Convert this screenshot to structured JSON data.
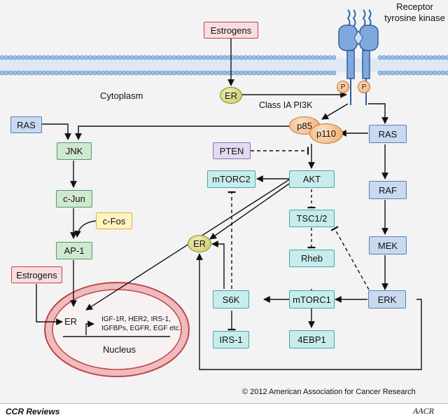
{
  "labels": {
    "receptor_line1": "Receptor",
    "receptor_line2": "tyrosine kinase",
    "cytoplasm": "Cytoplasm",
    "class_pi3k": "Class IA PI3K",
    "nucleus": "Nucleus",
    "targets_line1": "IGF-1R, HER2, IRS-1,",
    "targets_line2": "IGFBPs, EGFR, EGF etc.",
    "copyright": "© 2012 American Association for Cancer Research",
    "journal": "CCR Reviews",
    "logo": "AACR"
  },
  "nodes": {
    "estrogens_top": "Estrogens",
    "er_cyto": "ER",
    "p_left": "P",
    "p_right": "P",
    "ras_left": "RAS",
    "jnk": "JNK",
    "cjun": "c-Jun",
    "cfos": "c-Fos",
    "ap1": "AP-1",
    "estrogens_left": "Estrogens",
    "er_nucleus": "ER",
    "p85": "p85",
    "p110": "p110",
    "pten": "PTEN",
    "mtorc2": "mTORC2",
    "akt": "AKT",
    "tsc": "TSC1/2",
    "rheb": "Rheb",
    "mtorc1": "mTORC1",
    "ebp1": "4EBP1",
    "s6k": "S6K",
    "irs1": "IRS-1",
    "er_mid": "ER",
    "ras_right": "RAS",
    "raf": "RAF",
    "mek": "MEK",
    "erk": "ERK"
  },
  "colors": {
    "pathway_green": "#cfe8cf",
    "mtor_teal": "#c8ecec",
    "mapk_blue": "#c9d9f0",
    "estrogen_red": "#f7dede",
    "pten_purple": "#e4d9f2",
    "cfos_yellow": "#fff4c2",
    "membrane_blue": "#9bc0e6",
    "nucleus_red": "#c0454b"
  }
}
